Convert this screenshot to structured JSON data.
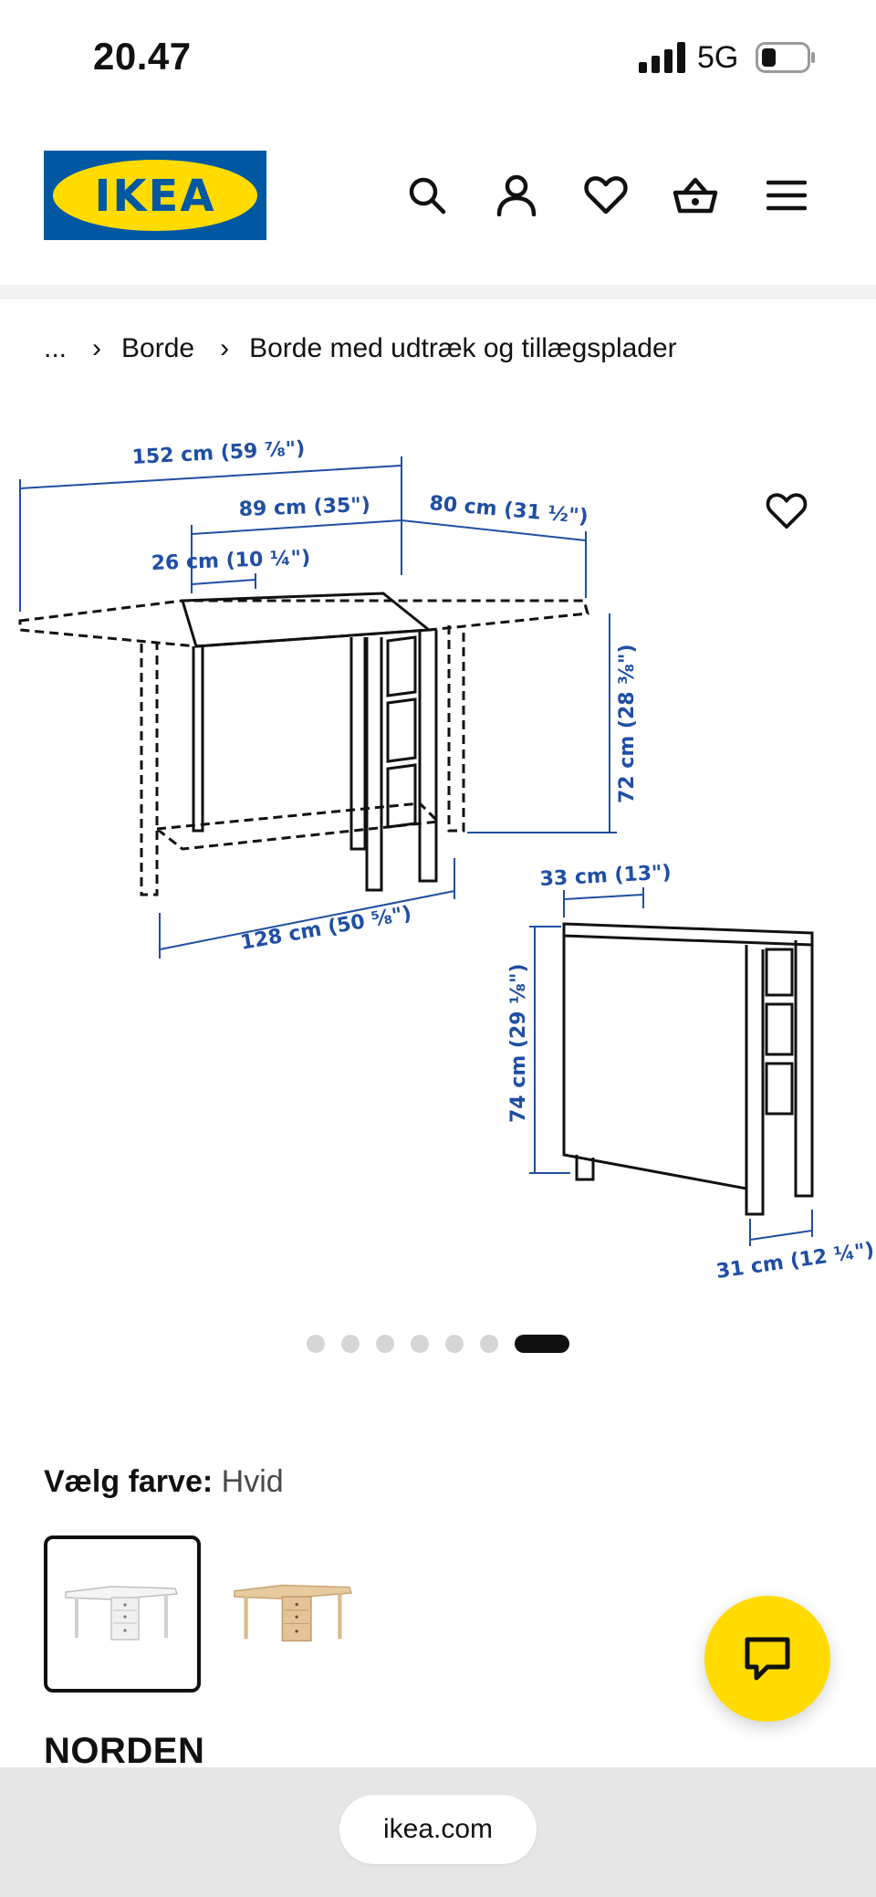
{
  "status": {
    "time": "20.47",
    "network": "5G",
    "icons": [
      "signal-icon",
      "battery-icon"
    ]
  },
  "header": {
    "logo_text": "IKEA",
    "brand_colors": {
      "blue": "#0058a3",
      "yellow": "#ffdb00"
    },
    "icons": [
      "search-icon",
      "account-icon",
      "heart-icon",
      "basket-icon",
      "menu-icon"
    ]
  },
  "breadcrumb": {
    "ellipsis": "...",
    "items": [
      "Borde",
      "Borde med udtræk og tillægsplader"
    ]
  },
  "product_image": {
    "dimensions": {
      "total_length": "152 cm (59 ⅞\")",
      "middle_length": "89 cm (35\")",
      "leaf_length": "80 cm (31 ½\")",
      "centre_width": "26 cm (10 ¼\")",
      "height_open": "72 cm (28 ⅜\")",
      "floor_length": "128 cm (50 ⅝\")",
      "folded_depth": "33 cm (13\")",
      "folded_height": "74 cm (29 ⅛\")",
      "folded_width": "31 cm (12 ¼\")"
    },
    "carousel": {
      "count": 7,
      "active": 6
    }
  },
  "color": {
    "label": "Vælg farve:",
    "value": "Hvid",
    "swatches": [
      {
        "name": "Hvid",
        "selected": true
      },
      {
        "name": "Birk",
        "selected": false
      }
    ]
  },
  "product": {
    "name": "NORDEN"
  },
  "browser": {
    "url": "ikea.com"
  },
  "accent_colors": {
    "chat": "#ffdb00",
    "dimension_text": "#1f4ea3"
  }
}
